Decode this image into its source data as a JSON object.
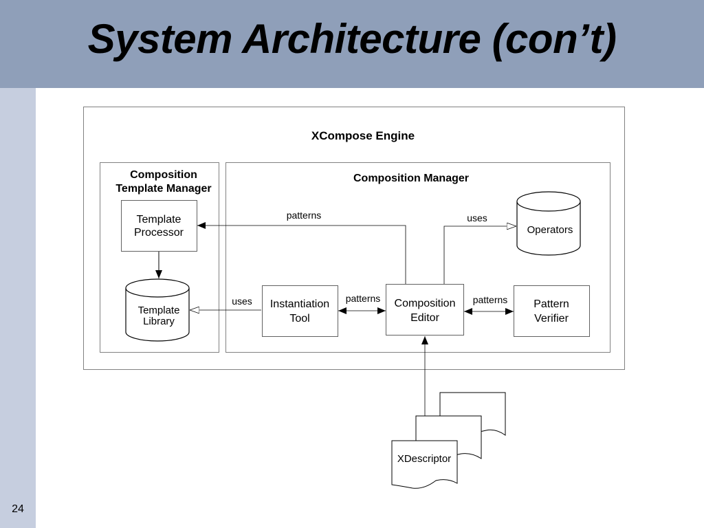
{
  "slide": {
    "title": "System Architecture (con’t)",
    "page_number": "24"
  },
  "colors": {
    "title_bar": "#8f9fb9",
    "left_strip": "#c6cedf"
  },
  "diagram": {
    "engine_label": "XCompose Engine",
    "template_manager": {
      "title_line1": "Composition",
      "title_line2": "Template Manager"
    },
    "composition_manager": {
      "title": "Composition Manager"
    },
    "template_processor": {
      "line1": "Template",
      "line2": "Processor"
    },
    "template_library": {
      "line1": "Template",
      "line2": "Library"
    },
    "instantiation_tool": {
      "line1": "Instantiation",
      "line2": "Tool"
    },
    "composition_editor": {
      "line1": "Composition",
      "line2": "Editor"
    },
    "pattern_verifier": {
      "line1": "Pattern",
      "line2": "Verifier"
    },
    "operators": "Operators",
    "xdescriptor": "XDescriptor",
    "edge_labels": {
      "editor_to_processor": "patterns",
      "editor_to_operators": "uses",
      "tool_to_library": "uses",
      "tool_editor": "patterns",
      "editor_verifier": "patterns"
    }
  }
}
